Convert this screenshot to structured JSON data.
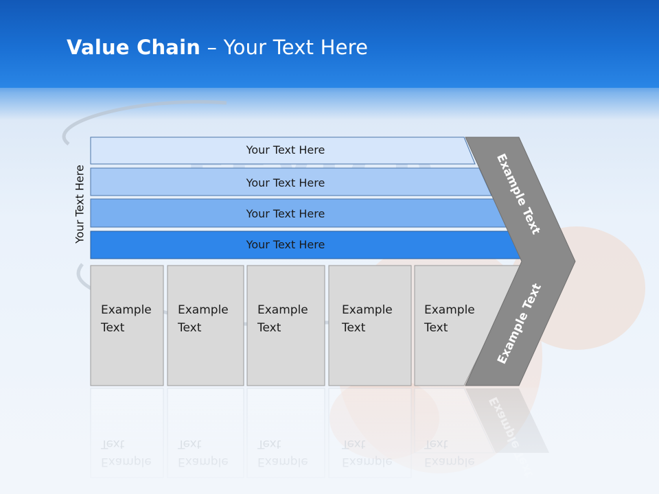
{
  "slide": {
    "title_bold": "Value Chain",
    "title_rest": " – Your Text Here"
  },
  "side_label": "Your Text Here",
  "bars": [
    {
      "label": "Your Text Here",
      "color": "#d6e6fb"
    },
    {
      "label": "Your Text Here",
      "color": "#a9cbf6"
    },
    {
      "label": "Your Text Here",
      "color": "#7ab0f1"
    },
    {
      "label": "Your Text Here",
      "color": "#2f86ea"
    }
  ],
  "boxes": [
    {
      "line1": "Example",
      "line2": "Text"
    },
    {
      "line1": "Example",
      "line2": "Text"
    },
    {
      "line1": "Example",
      "line2": "Text"
    },
    {
      "line1": "Example",
      "line2": "Text"
    },
    {
      "line1": "Example",
      "line2": "Text"
    }
  ],
  "chevron": {
    "upper_label": "Example Text",
    "lower_label": "Example Text",
    "color": "#8a8a8a"
  },
  "colors": {
    "header": "#1a6fd3",
    "box_fill": "#d9d9d9",
    "box_border": "#9a9a9a"
  }
}
